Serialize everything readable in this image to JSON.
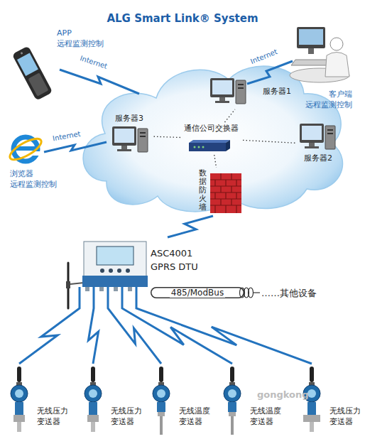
{
  "diagram": {
    "title": "ALG Smart Link® System",
    "nodes": [
      {
        "text": [
          "APP 远程监测控制"
        ]
      },
      {
        "text": [
          "客户端 远程监测控制"
        ]
      },
      {
        "text": [
          "服务器1"
        ]
      },
      {
        "text": [
          "服务器3"
        ]
      },
      {
        "text": [
          "通信公司交换器"
        ]
      },
      {
        "text": [
          "服务器2"
        ]
      },
      {
        "text": [
          "浏览器 远程监测控制"
        ]
      },
      {
        "text": [
          "数据防火墙"
        ]
      },
      {
        "text": [
          "ASC4001",
          "GPRS DTU"
        ]
      },
      {
        "text": [
          "……其他设备"
        ]
      },
      {
        "text": [
          "无线压力 变送器"
        ]
      },
      {
        "text": [
          "无线压力 变送器"
        ]
      },
      {
        "text": [
          "无线温度 变送器"
        ]
      },
      {
        "text": [
          "无线温度 变送器"
        ]
      },
      {
        "text": [
          "无线压力 变送器"
        ]
      }
    ],
    "edges": [
      {
        "from": 4,
        "to": 2,
        "arrow": "none"
      },
      {
        "from": 4,
        "to": 3,
        "arrow": "none"
      },
      {
        "from": 4,
        "to": 5,
        "arrow": "none"
      },
      {
        "from": 4,
        "to": 7,
        "arrow": "none"
      },
      {
        "from": 7,
        "to": 8,
        "arrow": "none"
      },
      {
        "from": 8,
        "to": 9,
        "label": "485/ModBus",
        "arrow": "none"
      },
      {
        "from": 8,
        "to": 10,
        "arrow": "none"
      },
      {
        "from": 8,
        "to": 11,
        "arrow": "none"
      },
      {
        "from": 8,
        "to": 12,
        "arrow": "none"
      },
      {
        "from": 8,
        "to": 13,
        "arrow": "none"
      },
      {
        "from": 8,
        "to": 14,
        "arrow": "none"
      }
    ],
    "labels": [
      "Internet",
      "Internet",
      "Internet",
      "gongkong"
    ]
  }
}
